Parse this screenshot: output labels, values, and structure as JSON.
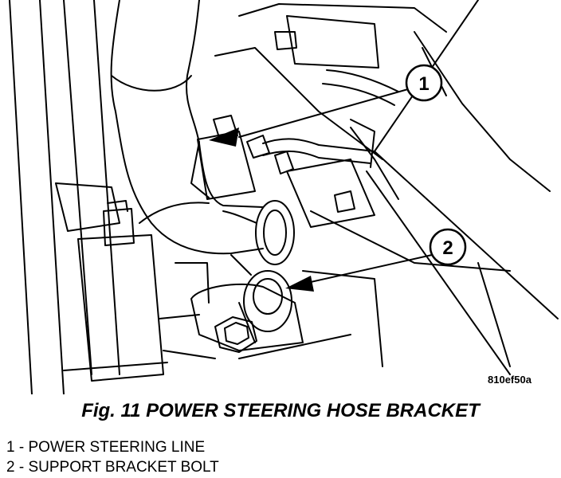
{
  "figure": {
    "reference_code": "810ef50a",
    "caption": "Fig. 11 POWER STEERING HOSE BRACKET"
  },
  "callouts": [
    {
      "number": "1"
    },
    {
      "number": "2"
    }
  ],
  "legend": [
    {
      "text": "1 - POWER STEERING LINE"
    },
    {
      "text": "2 - SUPPORT BRACKET BOLT"
    }
  ]
}
